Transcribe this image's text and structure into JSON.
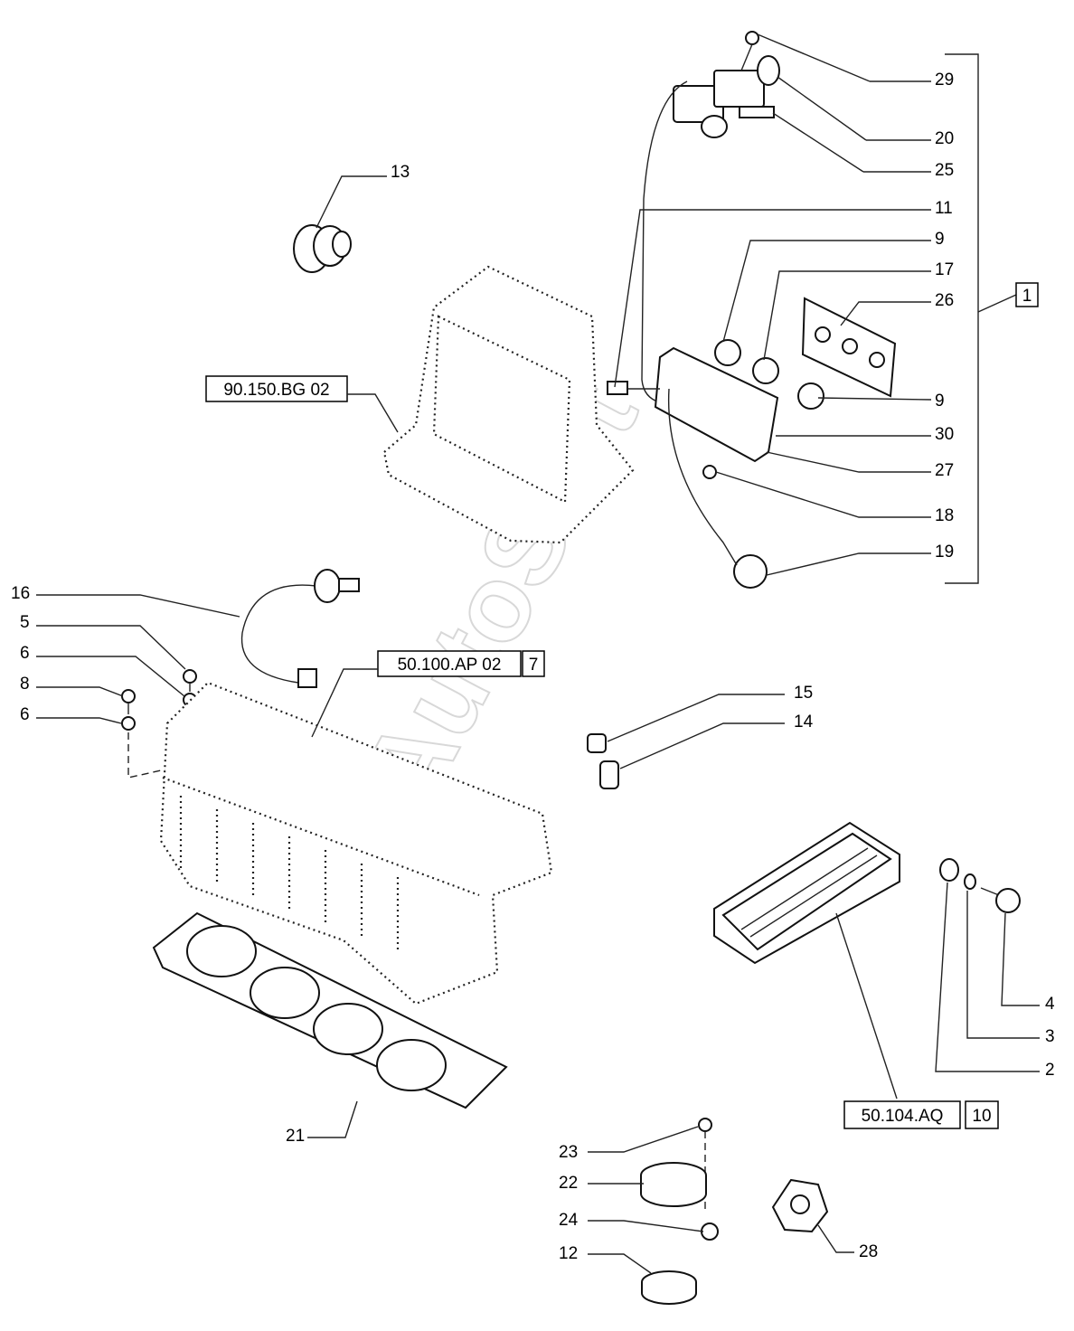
{
  "watermark": "AutoSoft",
  "callouts": {
    "c29": "29",
    "c20": "20",
    "c25": "25",
    "c11": "11",
    "c9a": "9",
    "c17": "17",
    "c26": "26",
    "c9b": "9",
    "c30": "30",
    "c27": "27",
    "c18": "18",
    "c19": "19",
    "c13": "13",
    "c16": "16",
    "c5": "5",
    "c6a": "6",
    "c8": "8",
    "c6b": "6",
    "c15": "15",
    "c14": "14",
    "c4": "4",
    "c3": "3",
    "c2": "2",
    "c21": "21",
    "c23": "23",
    "c22": "22",
    "c24": "24",
    "c12": "12",
    "c28": "28"
  },
  "group_ref": "1",
  "references": {
    "ref_bg": "90.150.BG 02",
    "ref_ap": "50.100.AP 02",
    "ref_ap_num": "7",
    "ref_aq": "50.104.AQ",
    "ref_aq_num": "10"
  }
}
